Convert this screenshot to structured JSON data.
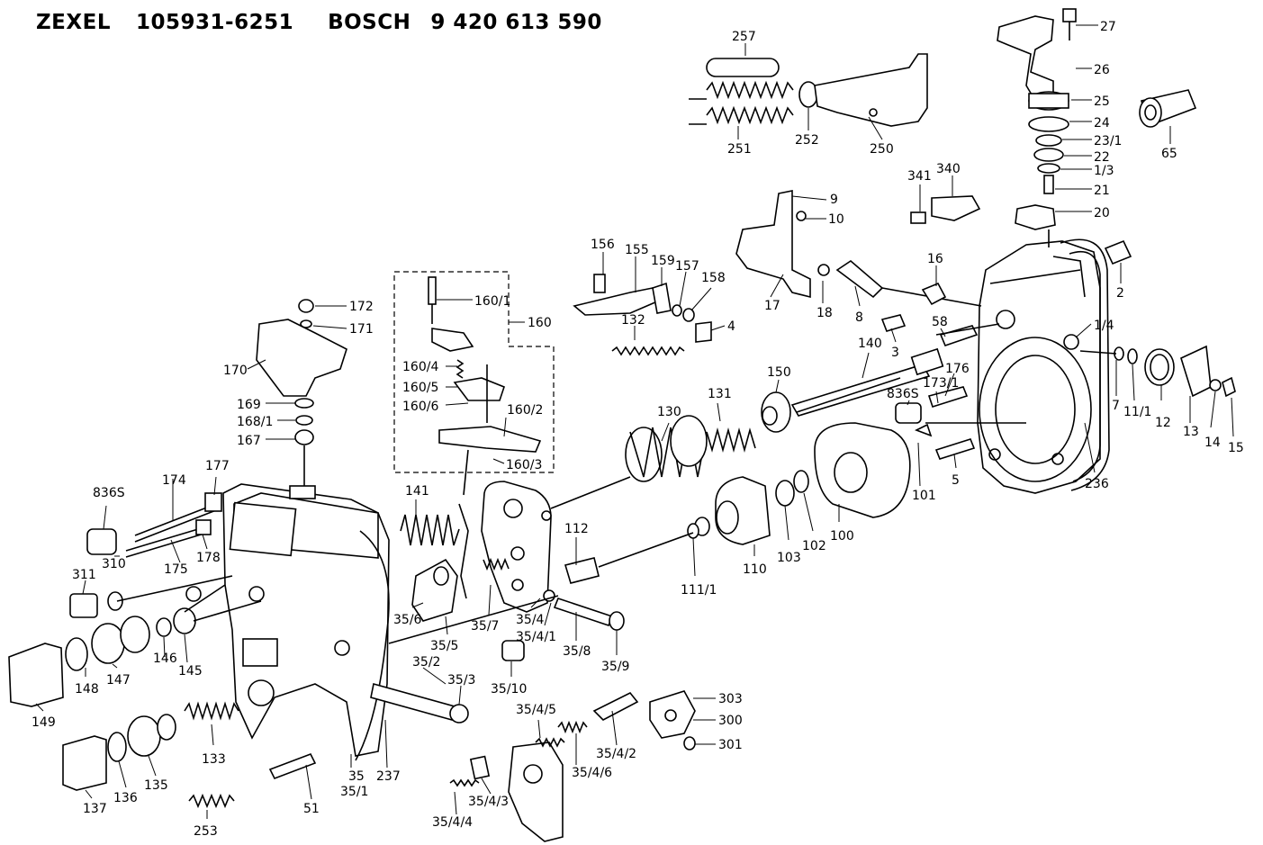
{
  "header": {
    "brand1": "ZEXEL",
    "part1": "105931-6251",
    "brand2": "BOSCH",
    "part2": "9 420 613 590"
  },
  "labels": {
    "l257": "257",
    "l251": "251",
    "l252": "252",
    "l250": "250",
    "l27": "27",
    "l26": "26",
    "l25": "25",
    "l24": "24",
    "l23_1": "23/1",
    "l22": "22",
    "l1_3": "1/3",
    "l21": "21",
    "l20": "20",
    "l65": "65",
    "l341": "341",
    "l340": "340",
    "l9": "9",
    "l10": "10",
    "l2": "2",
    "l16": "16",
    "l1_4": "1/4",
    "l156": "156",
    "l155": "155",
    "l159": "159",
    "l157": "157",
    "l158": "158",
    "l4": "4",
    "l17": "17",
    "l18": "18",
    "l8": "8",
    "l58": "58",
    "l3": "3",
    "l132": "132",
    "l160_1": "160/1",
    "l160": "160",
    "l160_4": "160/4",
    "l160_5": "160/5",
    "l160_6": "160/6",
    "l160_2": "160/2",
    "l160_3": "160/3",
    "l172": "172",
    "l171": "171",
    "l170": "170",
    "l169": "169",
    "l168_1": "168/1",
    "l167": "167",
    "l140": "140",
    "l176": "176",
    "l173_1": "173/1",
    "l836s_r": "836S",
    "l7": "7",
    "l11_1": "11/1",
    "l12": "12",
    "l13": "13",
    "l14": "14",
    "l15": "15",
    "l130": "130",
    "l131": "131",
    "l150": "150",
    "l101": "101",
    "l5": "5",
    "l236": "236",
    "l100": "100",
    "l102": "102",
    "l103": "103",
    "l110": "110",
    "l111_1": "111/1",
    "l112": "112",
    "l141": "141",
    "l174": "174",
    "l177": "177",
    "l836s_l": "836S",
    "l310": "310",
    "l311": "311",
    "l175": "175",
    "l178": "178",
    "l35_6": "35/6",
    "l35_5": "35/5",
    "l35_7": "35/7",
    "l35_4": "35/4",
    "l35_4_1": "35/4/1",
    "l35_8": "35/8",
    "l35_9": "35/9",
    "l35_10": "35/10",
    "l35_2": "35/2",
    "l35_3": "35/3",
    "l149": "149",
    "l148": "148",
    "l147": "147",
    "l146": "146",
    "l145": "145",
    "l133": "133",
    "l137": "137",
    "l136": "136",
    "l135": "135",
    "l253": "253",
    "l51": "51",
    "l35": "35",
    "l35_1": "35/1",
    "l237": "237",
    "l303": "303",
    "l300": "300",
    "l301": "301",
    "l35_4_5": "35/4/5",
    "l35_4_2": "35/4/2",
    "l35_4_6": "35/4/6",
    "l35_4_3": "35/4/3",
    "l35_4_4": "35/4/4"
  }
}
